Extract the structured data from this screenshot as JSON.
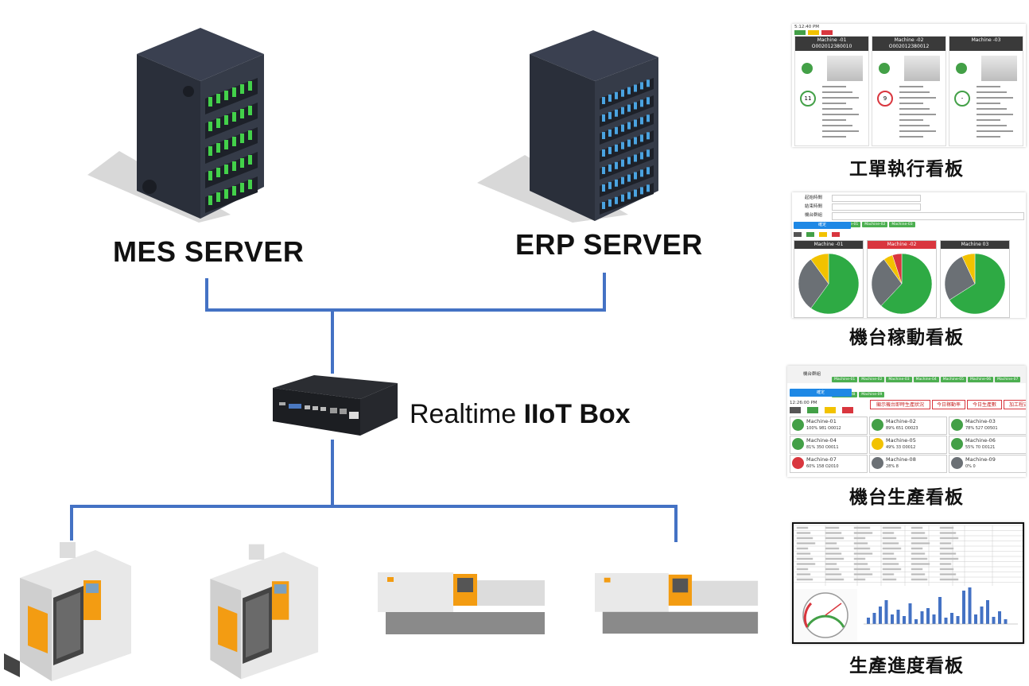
{
  "servers": {
    "mes_label": "MES SERVER",
    "erp_label": "ERP SERVER"
  },
  "iiot": {
    "label_prefix": "Realtime ",
    "label_bold": "IIoT Box"
  },
  "boards": {
    "work_order": "工單執行看板",
    "utilization": "機台稼動看板",
    "production": "機台生產看板",
    "progress": "生產進度看板"
  },
  "work_order_thumb": {
    "time": "5:12:40 PM",
    "machines": [
      {
        "name": "Machine -01",
        "order": "O002012380010",
        "count": "11"
      },
      {
        "name": "Machine -02",
        "order": "O002012380012",
        "count": "9"
      },
      {
        "name": "Machine -03",
        "order": "",
        "count": "-"
      }
    ]
  },
  "utilization_thumb": {
    "start_label": "起始時間",
    "end_label": "結束時間",
    "machine_label": "機台群組",
    "confirm": "確定",
    "machines": [
      "Machine -01",
      "Machine -02",
      "Machine 03"
    ]
  },
  "production_thumb": {
    "group_label": "機台群組",
    "confirm": "確定",
    "time": "12:26:00 PM",
    "buttons": [
      "顯示機台即時生產狀況",
      "今日稼動率",
      "今日生產數",
      "加工程式"
    ],
    "machines": [
      {
        "name": "Machine-01",
        "rate": "100%",
        "qty": "981",
        "prog": "O0012",
        "status": "#43a047"
      },
      {
        "name": "Machine-02",
        "rate": "89%",
        "qty": "651",
        "prog": "O0023",
        "status": "#43a047"
      },
      {
        "name": "Machine-03",
        "rate": "78%",
        "qty": "527",
        "prog": "O0501",
        "status": "#43a047"
      },
      {
        "name": "Machine-04",
        "rate": "81%",
        "qty": "350",
        "prog": "O0011",
        "status": "#43a047"
      },
      {
        "name": "Machine-05",
        "rate": "49%",
        "qty": "33",
        "prog": "O0012",
        "status": "#f2c200"
      },
      {
        "name": "Machine-06",
        "rate": "55%",
        "qty": "70",
        "prog": "O0121",
        "status": "#43a047"
      },
      {
        "name": "Machine-07",
        "rate": "60%",
        "qty": "158",
        "prog": "O2010",
        "status": "#d9363e"
      },
      {
        "name": "Machine-08",
        "rate": "28%",
        "qty": "8",
        "prog": "",
        "status": "#6b7075"
      },
      {
        "name": "Machine-09",
        "rate": "0%",
        "qty": "0",
        "prog": "",
        "status": "#6b7075"
      }
    ]
  },
  "colors": {
    "connector": "#4472c4",
    "server_body": "#2f3440",
    "led_green": "#43d14a",
    "led_blue": "#4aa3e0",
    "pie_green": "#2eaa44",
    "pie_gray": "#6b7075",
    "pie_yellow": "#f2c200",
    "pie_red": "#d9363e"
  }
}
